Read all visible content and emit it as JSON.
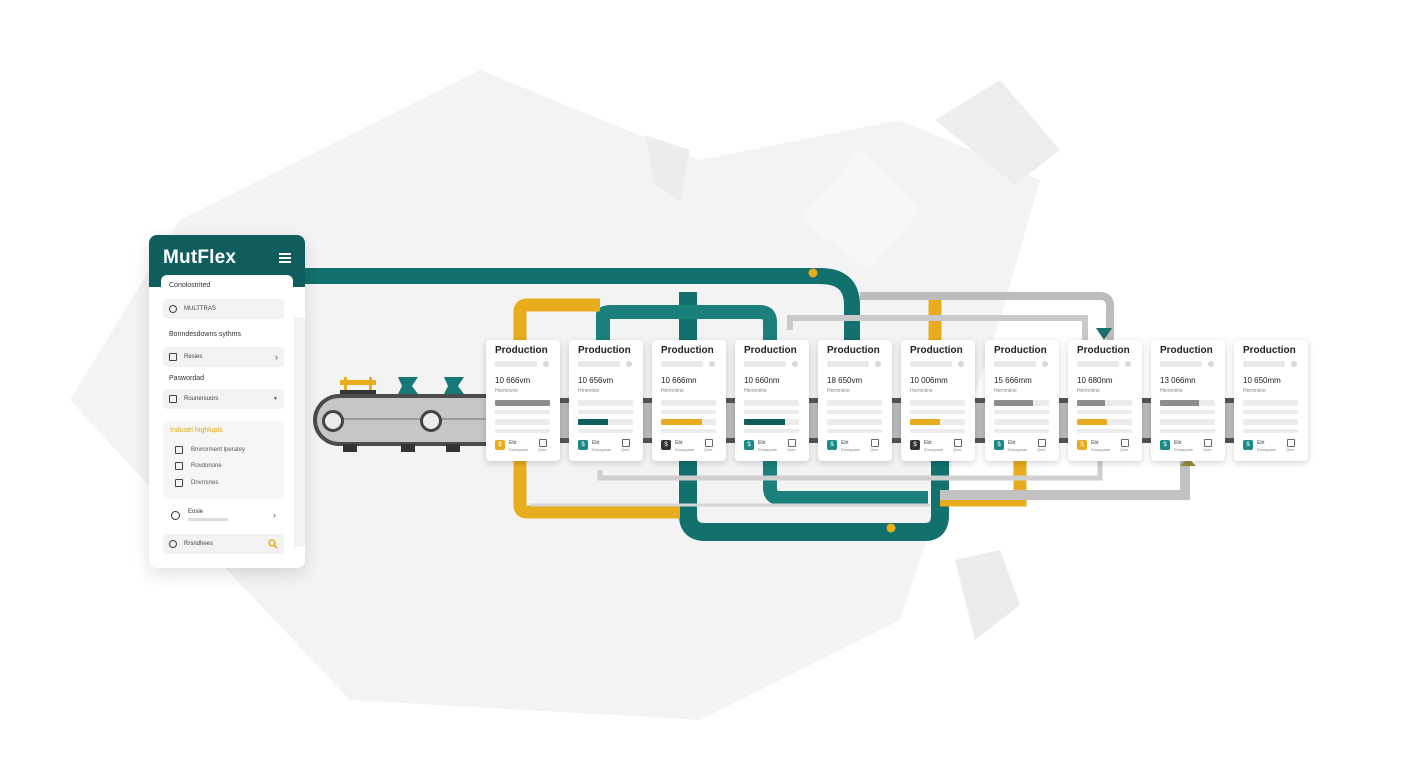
{
  "colors": {
    "teal": "#0f5d5c",
    "teal_bright": "#1a8a87",
    "yellow": "#e9ac1f",
    "gray": "#bdbdbd",
    "dark": "#333333"
  },
  "panel": {
    "brand": "MutFlex",
    "menu_icon": "hamburger-menu-icon",
    "section_top": "Conolostrited",
    "top_item": {
      "label": "MULTTRAS",
      "icon": "clock-icon"
    },
    "section_systems": "Bonndesdowns sythms",
    "systems_item": {
      "label": "Resies",
      "icon": "document-icon"
    },
    "section_password": "Paswordad",
    "password_select": {
      "value": "Rounersuors",
      "icon": "shield-icon"
    },
    "highlights_title": "Industrl highlupts",
    "highlights": [
      {
        "label": "Bnvrorment lperatey",
        "icon": "checkbox-icon"
      },
      {
        "label": "Rovdonone",
        "icon": "checkbox-icon"
      },
      {
        "label": "Dnvrrsnes",
        "icon": "checkbox-icon"
      }
    ],
    "last_item": {
      "label": "Eosie",
      "icon": "circle-icon"
    },
    "search_row": {
      "label": "Rrsndhees",
      "icon": "search-icon"
    }
  },
  "cards": [
    {
      "title": "Production",
      "metric": "10 666vm",
      "sub": "Hermrivoe",
      "bar1": 1.0,
      "bar2": 0.0,
      "bar2_color": "gray",
      "badge_color": "yellow",
      "f1": "Ebt",
      "f2": "Elaraguste",
      "f3": "Qele"
    },
    {
      "title": "Production",
      "metric": "10 656vm",
      "sub": "Hmention",
      "bar1": 0.0,
      "bar2": 0.55,
      "bar2_color": "teal",
      "badge_color": "teal",
      "f1": "Ebt",
      "f2": "Elaraguste",
      "f3": "Qele"
    },
    {
      "title": "Production",
      "metric": "10 666mn",
      "sub": "Hermniine",
      "bar1": 0.0,
      "bar2": 0.75,
      "bar2_color": "yellow",
      "badge_color": "dark",
      "f1": "Ebt",
      "f2": "Elaraguste",
      "f3": "Qele"
    },
    {
      "title": "Production",
      "metric": "10 660nm",
      "sub": "Hermniine",
      "bar1": 0.0,
      "bar2": 0.75,
      "bar2_color": "teal",
      "badge_color": "teal",
      "f1": "Ebt",
      "f2": "Elaraguste",
      "f3": "Qele"
    },
    {
      "title": "Production",
      "metric": "18 650vm",
      "sub": "Hermniine",
      "bar1": 0.0,
      "bar2": 0.0,
      "bar2_color": "gray",
      "badge_color": "teal",
      "f1": "Ebt",
      "f2": "Elaraguste",
      "f3": "Qele"
    },
    {
      "title": "Production",
      "metric": "10 006mm",
      "sub": "Hermniine",
      "bar1": 0.0,
      "bar2": 0.55,
      "bar2_color": "yellow",
      "badge_color": "dark",
      "f1": "Ebt",
      "f2": "Elaraguste",
      "f3": "Qele"
    },
    {
      "title": "Production",
      "metric": "15 666mm",
      "sub": "Hermniine",
      "bar1": 0.7,
      "bar2": 0.0,
      "bar2_color": "gray",
      "badge_color": "teal",
      "f1": "Ebt",
      "f2": "Elaraguste",
      "f3": "Qele"
    },
    {
      "title": "Production",
      "metric": "10 680nm",
      "sub": "Hermniine",
      "bar1": 0.5,
      "bar2": 0.55,
      "bar2_color": "yellow",
      "badge_color": "yellow",
      "f1": "Ebt",
      "f2": "Elaraguste",
      "f3": "Qele"
    },
    {
      "title": "Production",
      "metric": "13 066mn",
      "sub": "Hermniine",
      "bar1": 0.7,
      "bar2": 0.0,
      "bar2_color": "gray",
      "badge_color": "teal",
      "f1": "Ebt",
      "f2": "Elaraguste",
      "f3": "Qele"
    },
    {
      "title": "Production",
      "metric": "10 650mm",
      "sub": "Hermniine",
      "bar1": 0.0,
      "bar2": 0.0,
      "bar2_color": "gray",
      "badge_color": "teal",
      "f1": "Ebt",
      "f2": "Elaraguste",
      "f3": "Qele"
    }
  ]
}
